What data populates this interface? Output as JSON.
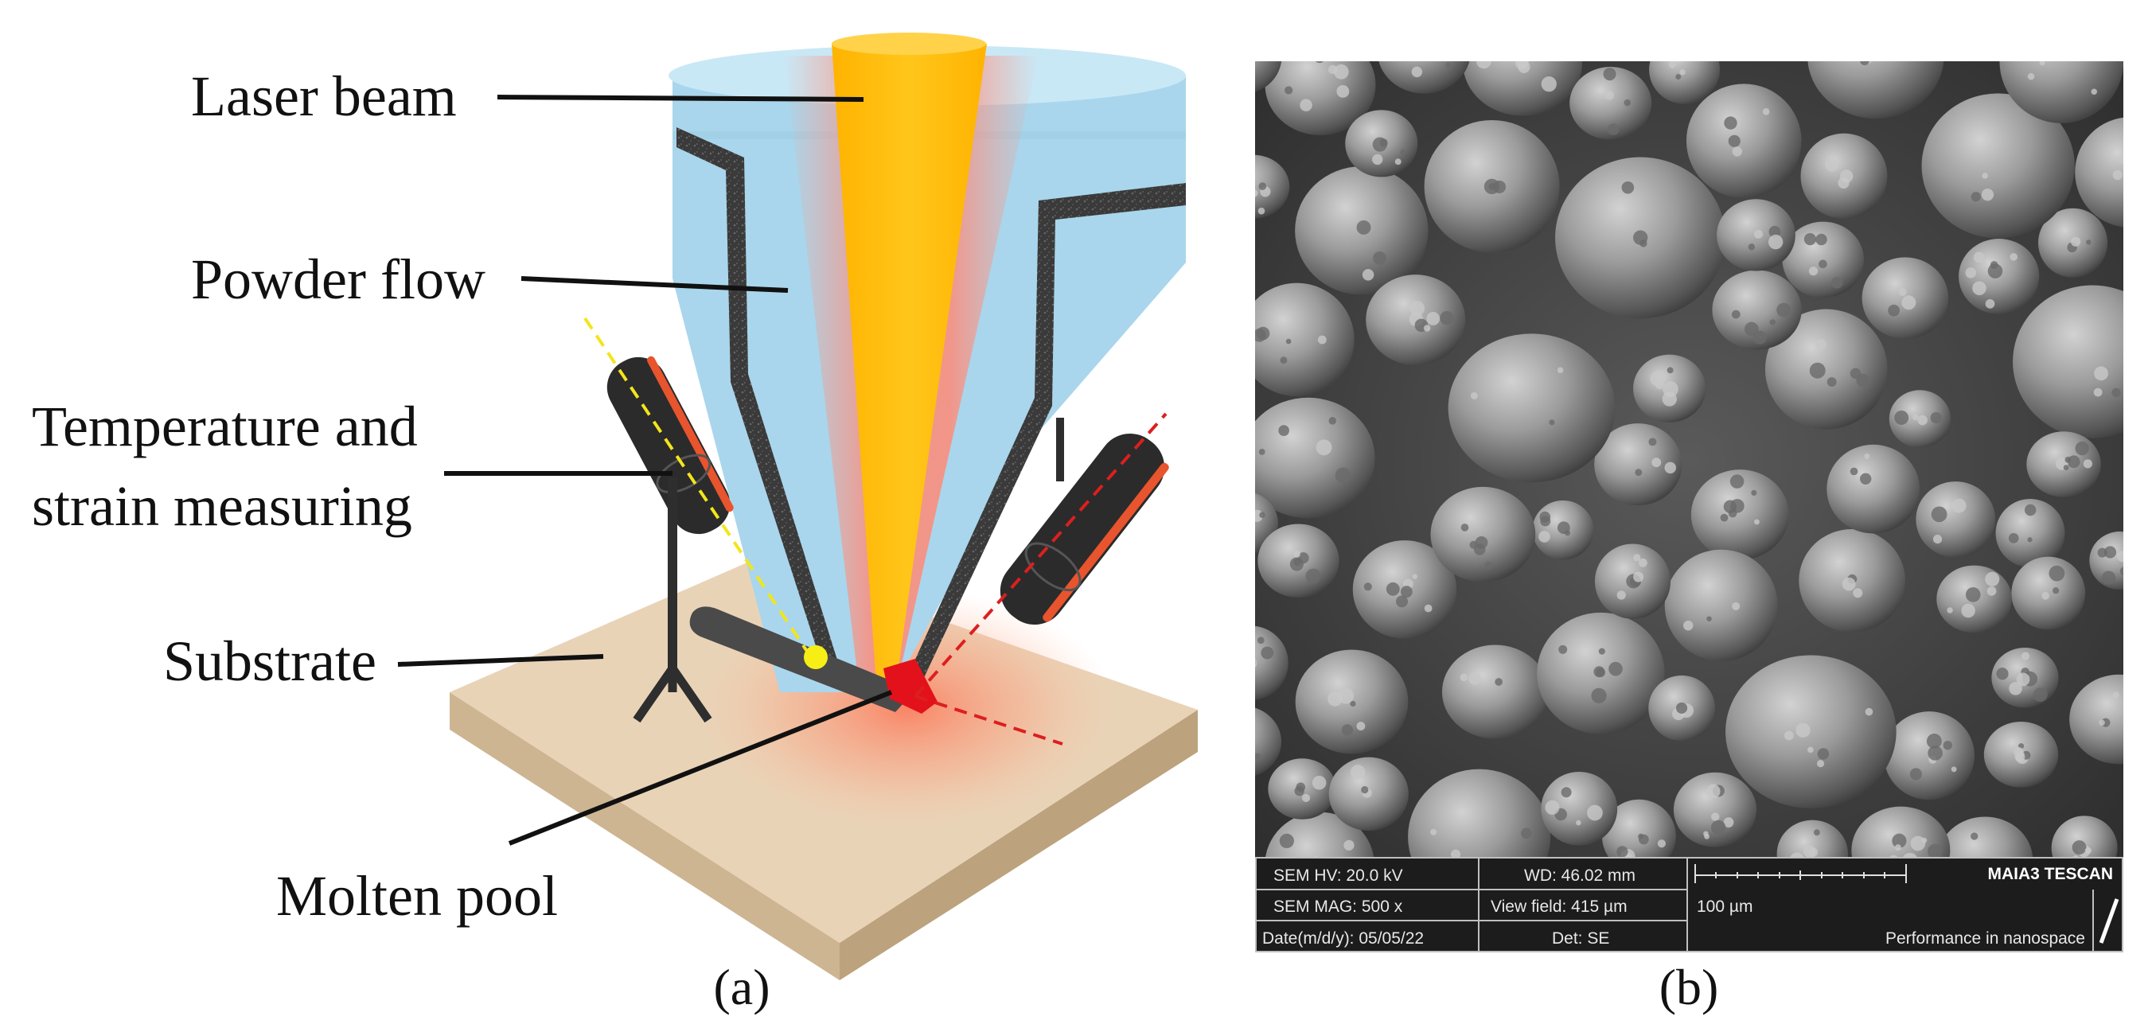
{
  "panel_a": {
    "labels": {
      "laser_beam": "Laser beam",
      "powder_flow": "Powder flow",
      "temperature_line1": "Temperature and",
      "temperature_line2": "strain measuring",
      "substrate": "Substrate",
      "molten_pool": "Molten pool"
    },
    "caption": "(a)",
    "colors": {
      "nozzle": "#a9d6ec",
      "nozzle_top": "#c9e8f6",
      "laser": "#ffc107",
      "glow": "#ff8f70",
      "substrate_top": "#e9d3b7",
      "substrate_front": "#cdb592",
      "molten_pool": "#e3111b",
      "sensor": "#2b2b2b",
      "yellow_dashed": "#f2e51c",
      "red_dashed": "#dc1f1f"
    }
  },
  "panel_b": {
    "caption": "(b)",
    "sem_info": {
      "hv": "SEM HV: 20.0 kV",
      "wd": "WD: 46.02 mm",
      "brand": "MAIA3 TESCAN",
      "mag": "SEM MAG: 500 x",
      "view_field": "View field: 415 µm",
      "scale": "100 µm",
      "date": "Date(m/d/y): 05/05/22",
      "det": "Det: SE",
      "slogan": "Performance in nanospace"
    }
  }
}
